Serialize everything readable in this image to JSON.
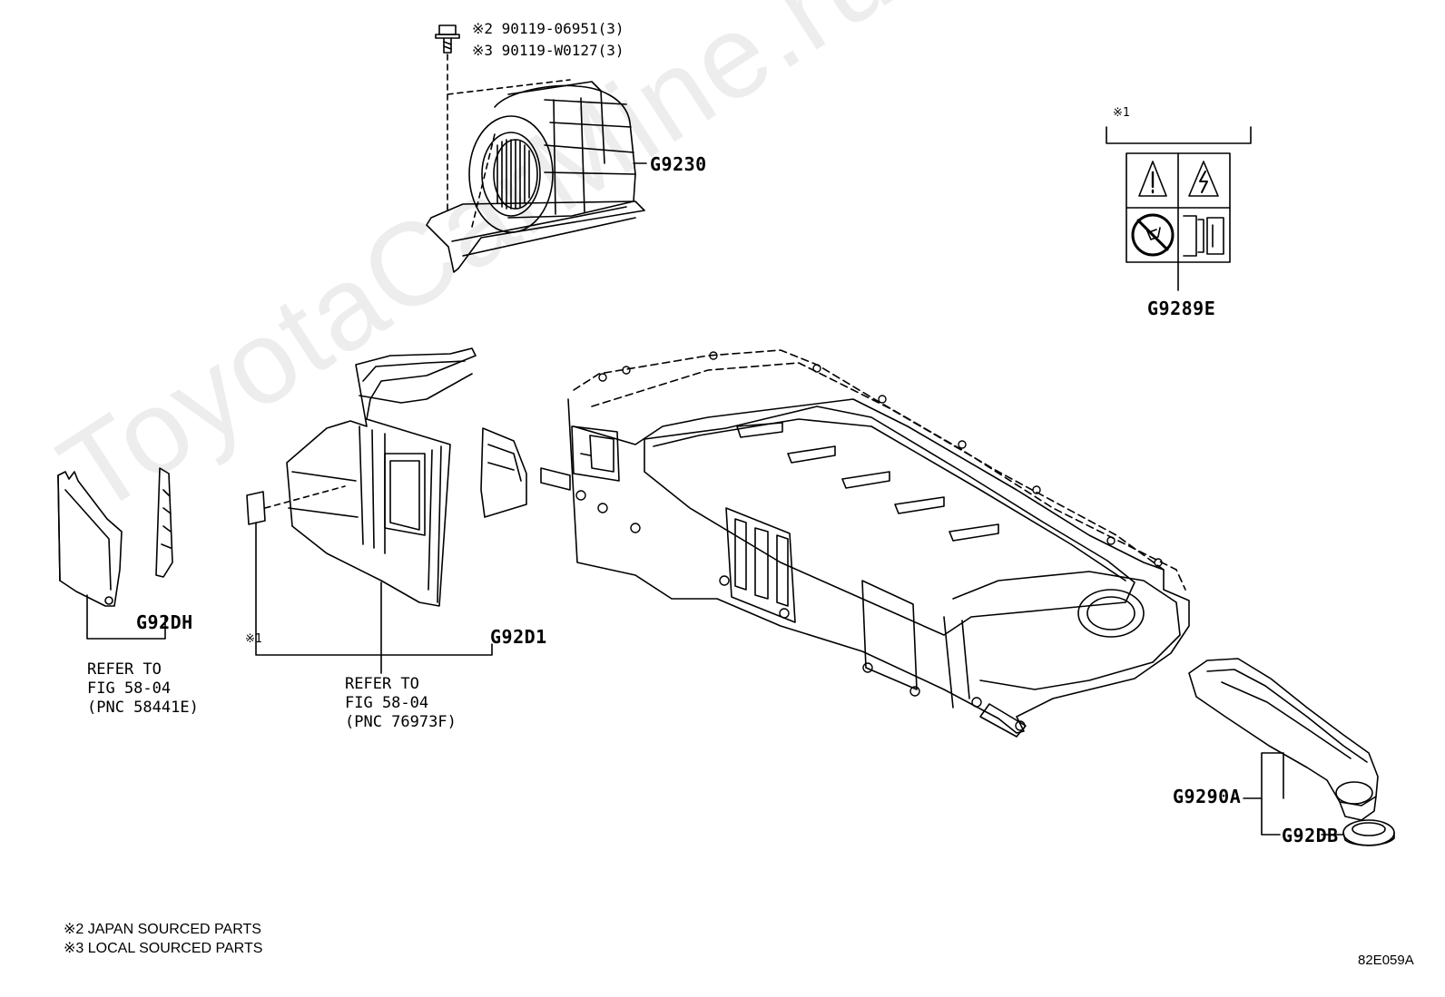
{
  "watermark": "ToyotaCarMine.ru",
  "bolt_callout": {
    "line1": "※2 90119-06951(3)",
    "line2": "※3 90119-W0127(3)"
  },
  "parts": {
    "blower": "G9230",
    "label_part": "G9289E",
    "left_cover": "G92DH",
    "center_duct": "G92D1",
    "intake_duct": "G9290A",
    "grommet": "G92DB"
  },
  "label_mark": "※1",
  "seal_mark": "※1",
  "refer_left": {
    "line1": "REFER TO",
    "line2": "FIG 58-04",
    "line3": "(PNC 58441E)"
  },
  "refer_center": {
    "line1": "REFER TO",
    "line2": "FIG 58-04",
    "line3": "(PNC 76973F)"
  },
  "footnotes": {
    "note2": "※2 JAPAN SOURCED PARTS",
    "note3": "※3 LOCAL SOURCED PARTS"
  },
  "figure_id": "82E059A"
}
